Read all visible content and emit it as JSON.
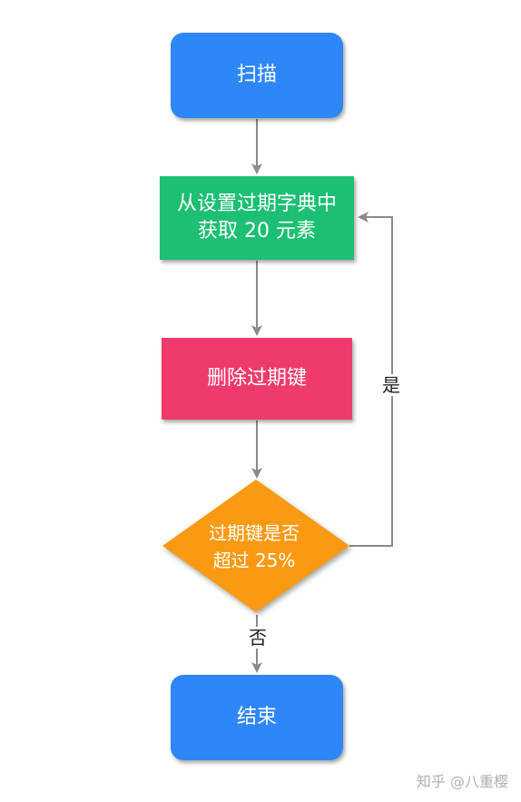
{
  "colors": {
    "start": "#2f86f6",
    "fetch": "#1dbf73",
    "delete": "#ef3b6b",
    "decision": "#f99a12",
    "end": "#2f86f6",
    "edge": "#8a8a8a"
  },
  "nodes": {
    "start": {
      "label": "扫描"
    },
    "fetch": {
      "line1": "从设置过期字典中",
      "line2": "获取 20 元素"
    },
    "delete": {
      "label": "删除过期键"
    },
    "decision": {
      "line1": "过期键是否",
      "line2": "超过 25%"
    },
    "end": {
      "label": "结束"
    }
  },
  "edges": {
    "yes_label": "是",
    "no_label": "否"
  },
  "watermark": "知乎 @八重樱"
}
